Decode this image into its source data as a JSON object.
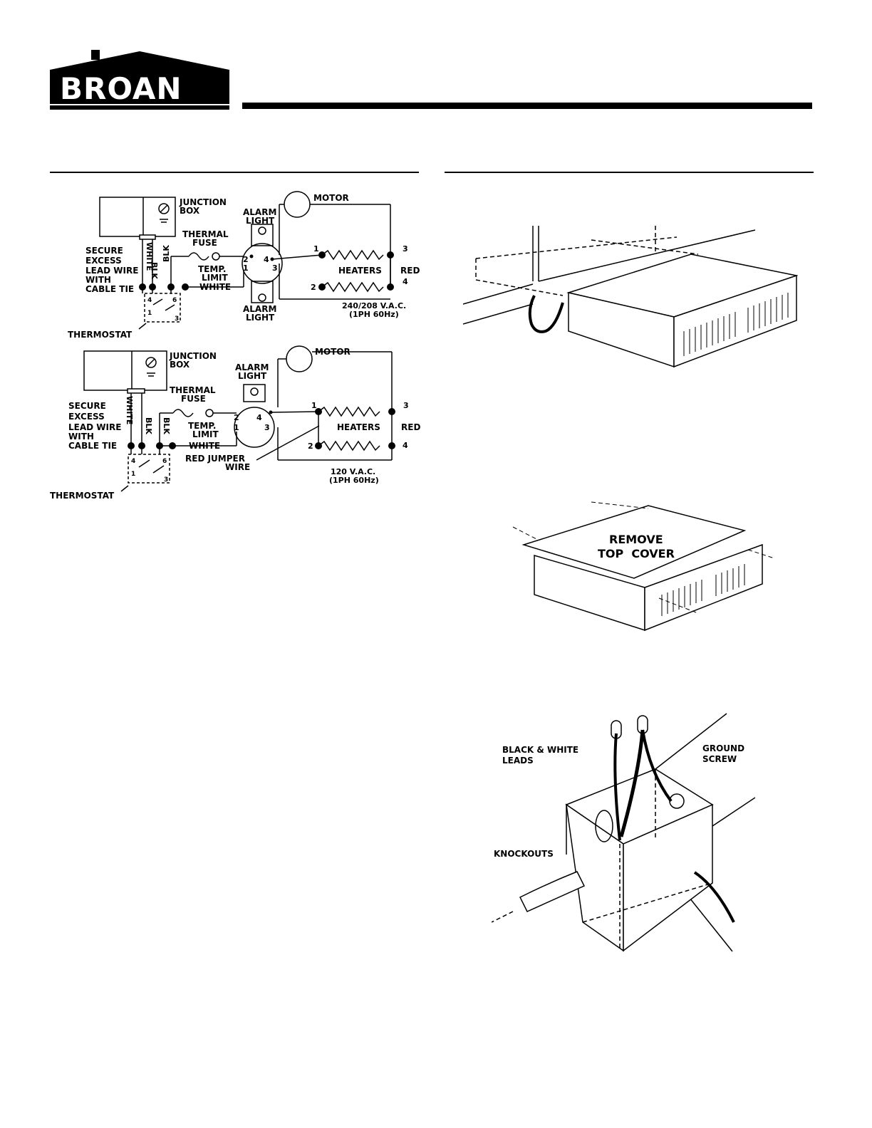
{
  "brand": {
    "logo_text": "BROAN"
  },
  "wiring_240": {
    "junction_box": "JUNCTION",
    "junction_box_2": "BOX",
    "motor": "MOTOR",
    "alarm_light_top_1": "ALARM",
    "alarm_light_top_2": "LIGHT",
    "thermal_fuse_1": "THERMAL",
    "thermal_fuse_2": "FUSE",
    "secure_1": "SECURE",
    "secure_2": "EXCESS",
    "secure_3": "LEAD WIRE",
    "secure_4": "WITH",
    "secure_5": "CABLE TIE",
    "white_vert": "WHITE",
    "blk_1": "BLK",
    "blk_2": "BLK",
    "temp_limit_1": "TEMP.",
    "temp_limit_2": "LIMIT",
    "white_h": "WHITE",
    "heaters": "HEATERS",
    "red": "RED",
    "alarm_light_bot_1": "ALARM",
    "alarm_light_bot_2": "LIGHT",
    "voltage_1": "240/208 V.A.C.",
    "voltage_2": "(1PH 60Hz)",
    "thermostat": "THERMOSTAT",
    "n1": "1",
    "n2": "2",
    "n3": "3",
    "n4": "4",
    "sw2": "2",
    "sw4": "4",
    "sw1": "1",
    "sw3": "3",
    "ts4": "4",
    "ts6": "6",
    "ts1": "1",
    "ts3": "3"
  },
  "wiring_120": {
    "junction_box": "JUNCTION",
    "junction_box_2": "BOX",
    "motor": "MOTOR",
    "alarm_light_1": "ALARM",
    "alarm_light_2": "LIGHT",
    "thermal_fuse_1": "THERMAL",
    "thermal_fuse_2": "FUSE",
    "secure_1": "SECURE",
    "secure_2": "EXCESS",
    "secure_3": "LEAD WIRE",
    "secure_4": "WITH",
    "secure_5": "CABLE TIE",
    "white_vert": "WHITE",
    "blk_1": "BLK",
    "blk_2": "BLK",
    "temp_limit_1": "TEMP.",
    "temp_limit_2": "LIMIT",
    "white_h": "WHITE",
    "heaters": "HEATERS",
    "red": "RED",
    "red_jumper_1": "RED JUMPER",
    "red_jumper_2": "WIRE",
    "voltage_1": "120 V.A.C.",
    "voltage_2": "(1PH 60Hz)",
    "thermostat": "THERMOSTAT",
    "n1": "1",
    "n2": "2",
    "n3": "3",
    "n4": "4",
    "sw2": "2",
    "sw4": "4",
    "sw1": "1",
    "sw3": "3",
    "ts4": "4",
    "ts6": "6",
    "ts1": "1",
    "ts3": "3"
  },
  "cover_figure": {
    "label_1": "REMOVE",
    "label_2": "TOP  COVER"
  },
  "junction_figure": {
    "leads_1": "BLACK & WHITE",
    "leads_2": "LEADS",
    "ground_1": "GROUND",
    "ground_2": "SCREW",
    "knockouts": "KNOCKOUTS"
  }
}
